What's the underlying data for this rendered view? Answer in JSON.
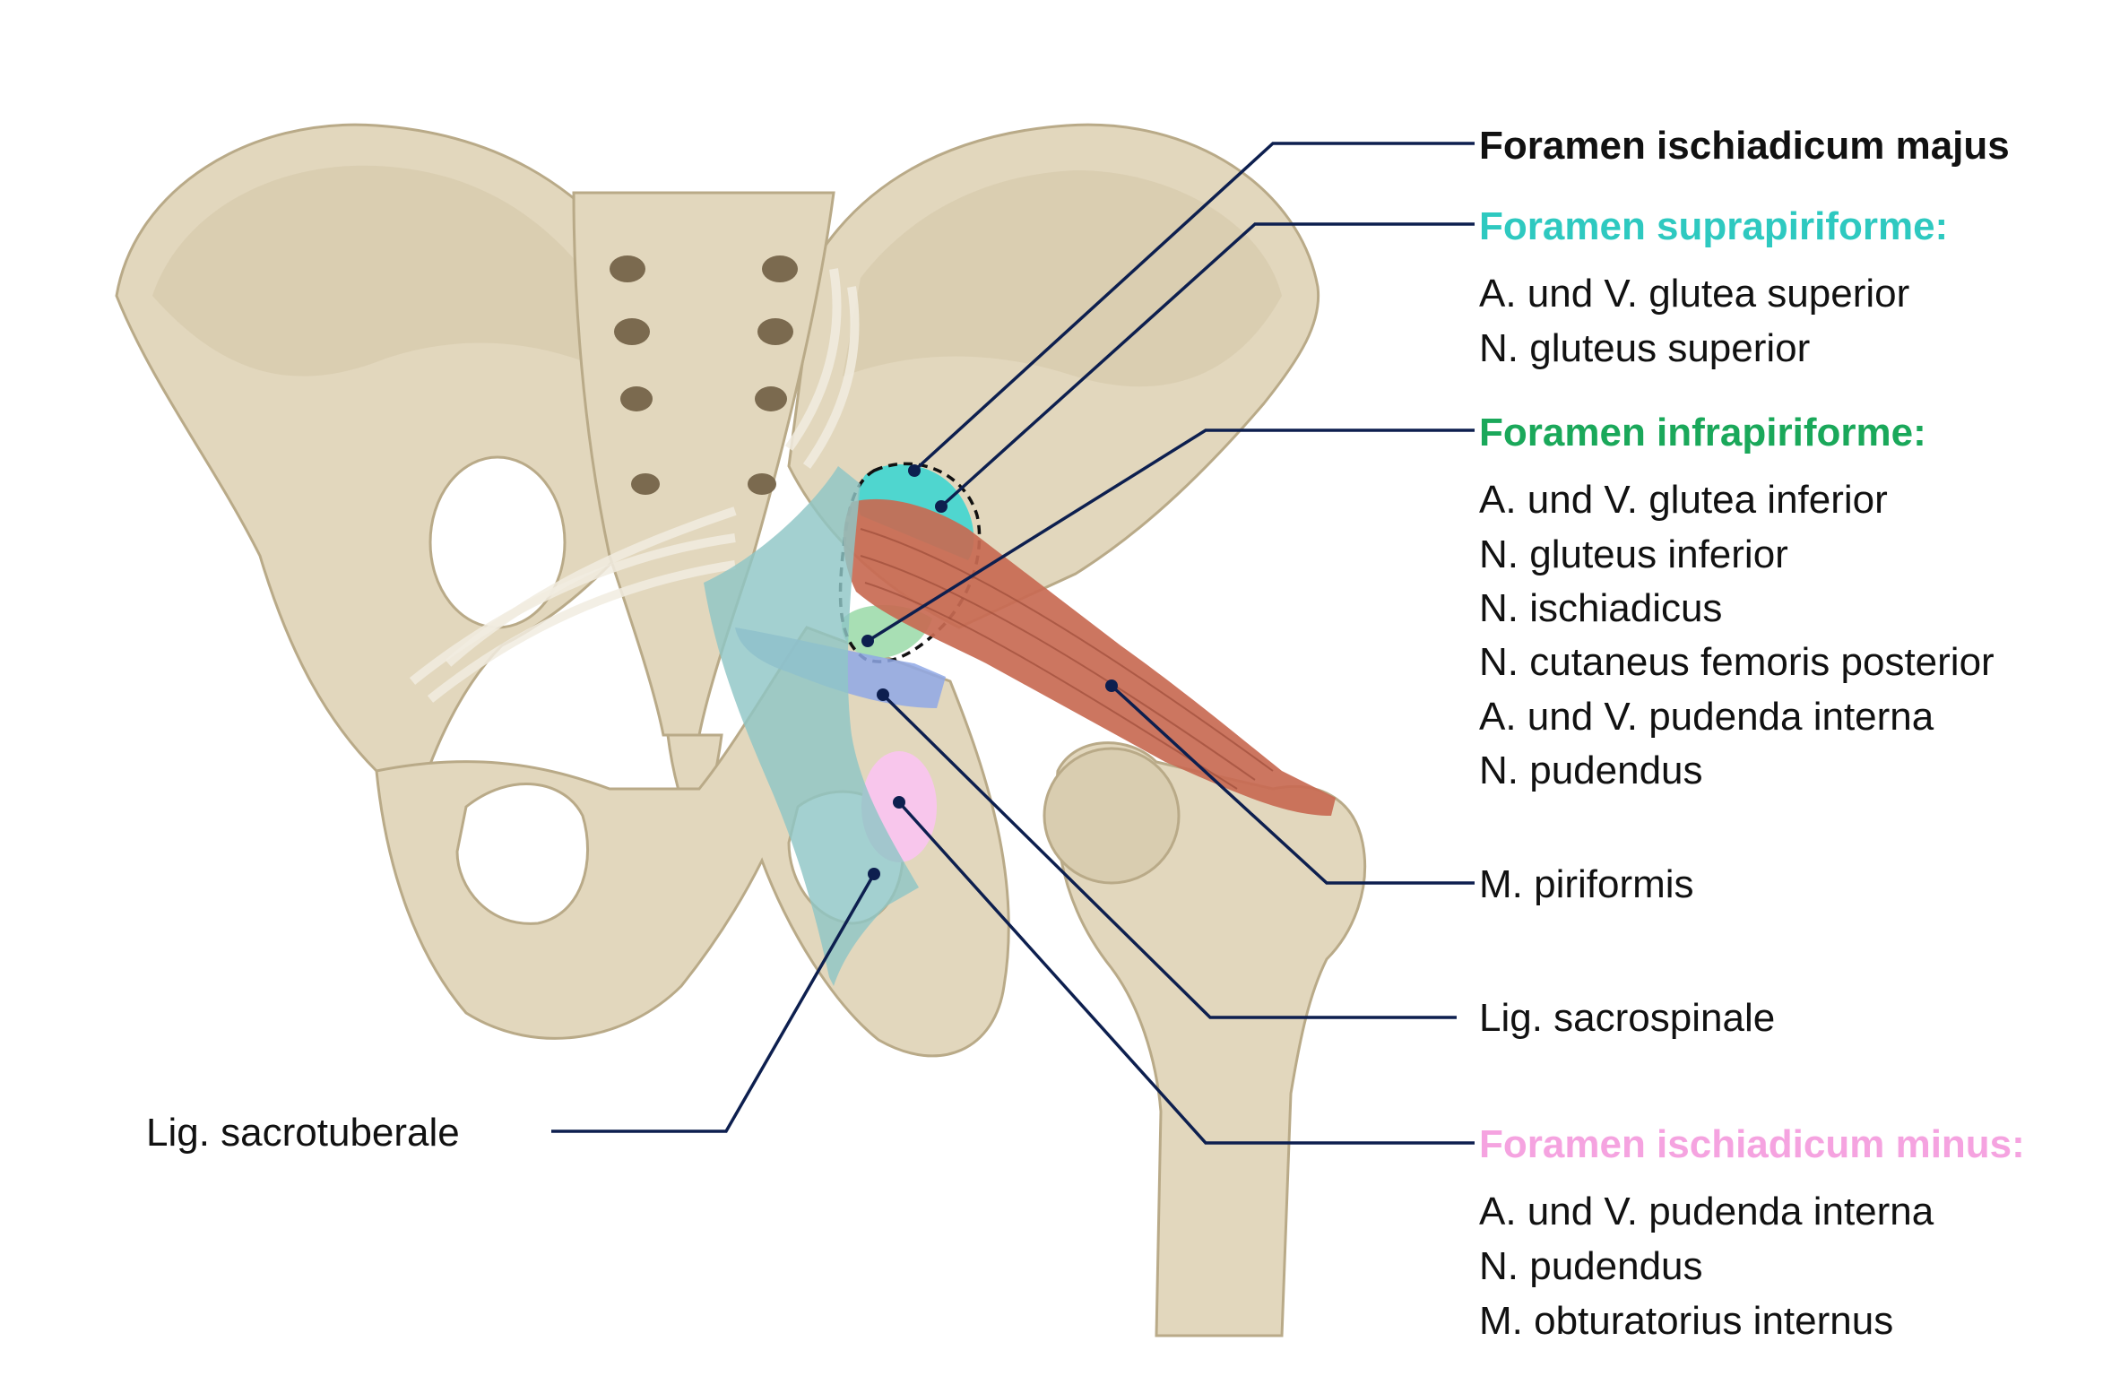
{
  "colors": {
    "majus": "#111111",
    "supra": "#2ec9c0",
    "infra": "#1aa85a",
    "minus": "#f5a3e0",
    "text": "#111111",
    "leader": "#0d1f4f",
    "sacrotuberale": "#8fc6c6",
    "sacrospinale": "#8fa8e6",
    "piriformis": "#c86a52"
  },
  "labels": {
    "majus": "Foramen ischiadicum majus",
    "supra": {
      "title": "Foramen suprapiriforme:",
      "items": [
        "A. und V. glutea superior",
        "N. gluteus superior"
      ]
    },
    "infra": {
      "title": "Foramen infrapiriforme:",
      "items": [
        "A. und V. glutea inferior",
        "N. gluteus inferior",
        "N. ischiadicus",
        "N. cutaneus femoris posterior",
        "A. und V. pudenda interna",
        "N. pudendus"
      ]
    },
    "piriformis": "M. piriformis",
    "sacrospinale": "Lig. sacrospinale",
    "minus": {
      "title": "Foramen ischiadicum minus:",
      "items": [
        "A. und V. pudenda interna",
        "N. pudendus",
        "M. obturatorius internus"
      ]
    },
    "sacrotuberale": "Lig. sacrotuberale"
  }
}
